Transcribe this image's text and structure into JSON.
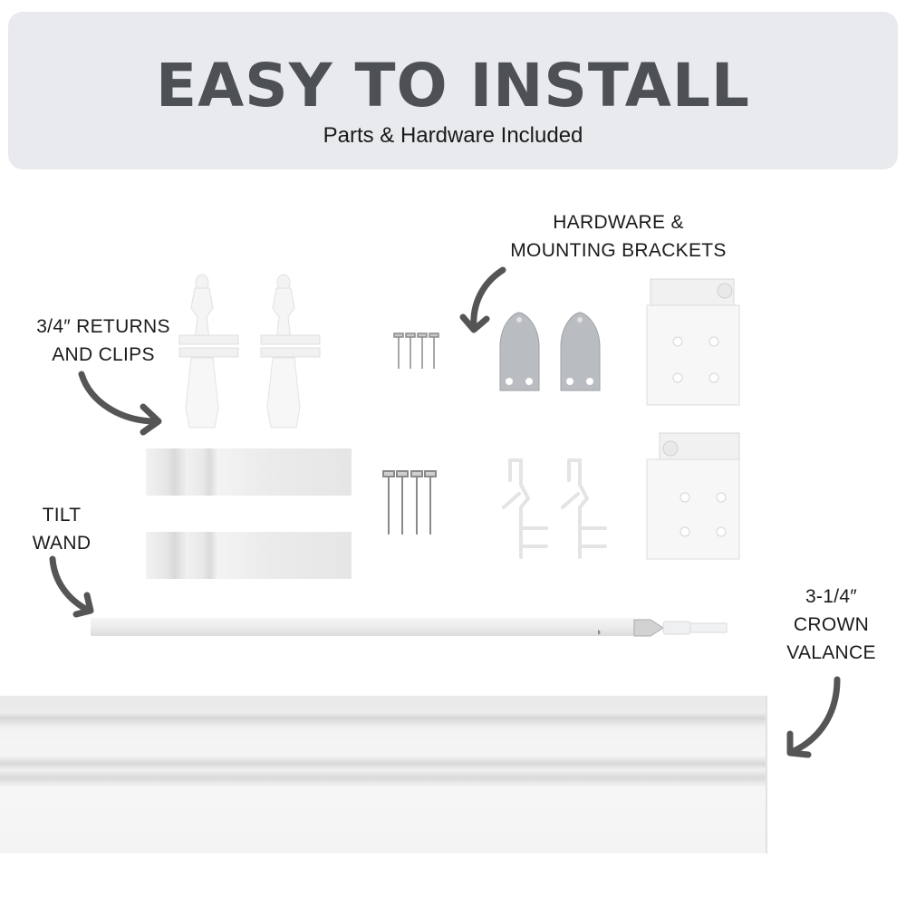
{
  "header": {
    "title": "EASY TO INSTALL",
    "subtitle": "Parts & Hardware Included"
  },
  "callouts": {
    "returns_and_clips": {
      "line1": "3/4″ RETURNS",
      "line2": "AND CLIPS"
    },
    "hardware_brackets": {
      "line1": "HARDWARE &",
      "line2": "MOUNTING BRACKETS"
    },
    "tilt_wand": {
      "line1": "TILT",
      "line2": "WAND"
    },
    "crown_valance": {
      "line1": "3-1/4″",
      "line2": "CROWN",
      "line3": "VALANCE"
    }
  },
  "parts": [
    {
      "name": "valance-return-clip",
      "count": 2
    },
    {
      "name": "valance-return-strip",
      "count": 2
    },
    {
      "name": "small-screw",
      "count": 4
    },
    {
      "name": "long-screw",
      "count": 4
    },
    {
      "name": "hold-down-bracket",
      "count": 2
    },
    {
      "name": "valance-clip",
      "count": 2
    },
    {
      "name": "box-mounting-bracket",
      "count": 2
    },
    {
      "name": "tilt-wand",
      "count": 1
    },
    {
      "name": "crown-valance",
      "count": 1
    }
  ],
  "colors": {
    "banner_bg": "#e8eaee",
    "title": "#4d5153",
    "arrow": "#555555",
    "text": "#1b1b1b"
  }
}
